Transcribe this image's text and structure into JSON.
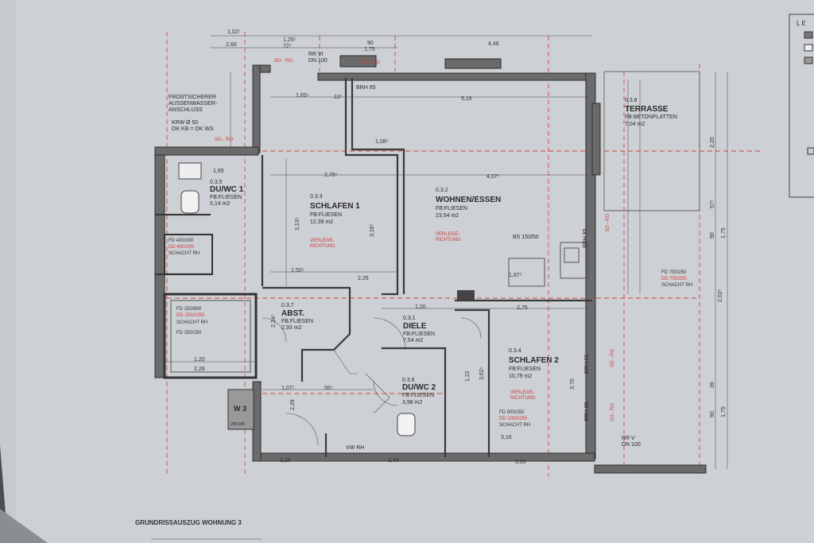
{
  "plan": {
    "caption": "GRUNDRISSAUSZUG WOHNUNG 3",
    "rooms": [
      {
        "number": "0.3.2",
        "name": "WOHNEN/ESSEN",
        "floor": "FB:FLIESEN",
        "area": "23,54 m2"
      },
      {
        "number": "0.3.3",
        "name": "SCHLAFEN 1",
        "floor": "FB:FLIESEN",
        "area": "12,39 m2"
      },
      {
        "number": "0.3.5",
        "name": "DU/WC 1",
        "floor": "FB:FLIESEN",
        "area": "5,14 m2"
      },
      {
        "number": "0.3.7",
        "name": "ABST.",
        "floor": "FB:FLIESEN",
        "area": "2,93 m2"
      },
      {
        "number": "0.3.1",
        "name": "DIELE",
        "floor": "FB:FLIESEN",
        "area": "7,54 m2"
      },
      {
        "number": "0.3.6",
        "name": "DU/WC 2",
        "floor": "FB:FLIESEN",
        "area": "3,98 m2"
      },
      {
        "number": "0.3.4",
        "name": "SCHLAFEN 2",
        "floor": "FB:FLIESEN",
        "area": "10,79 m2"
      },
      {
        "number": "0.3.8",
        "name": "TERRASSE",
        "floor": "FB:BETONPLATTEN",
        "area": "7,04 m2"
      }
    ],
    "labels": {
      "frost_1": "FROSTSICHERER",
      "frost_2": "AUSSENWASSER-",
      "frost_3": "ANSCHLUSS",
      "krw": "KRW  Ø 50",
      "okkb": "OK KB = OK WS",
      "rr_top_1": "RR VI",
      "rr_top_2": "DN 100",
      "brh_top": "BRH 85",
      "shaft1_fd": "FD 400/200",
      "shaft1_dd": "DD 400/200",
      "shaft1_name": "SCHACHT RH",
      "shaft2_fd": "FD 250/800",
      "shaft2_dd": "DD 250/1050",
      "shaft2_name": "SCHACHT RH",
      "shaft2_sub": "FD 250/250",
      "shaft3_fd": "FD 700/250",
      "shaft3_dd": "DD 700/250",
      "shaft3_name": "SCHACHT RH",
      "shaft4_fd": "FD 900/250",
      "shaft4_dd": "DD 1000/250",
      "shaft4_name": "SCHACHT RH",
      "bs": "BS 150/50",
      "w3": "W 3",
      "w3_sub": "290/180",
      "vw_rh": "VW RH",
      "rr_v_1": "RR V",
      "rr_v_2": "DN 100",
      "verlege": "VERLEGE-",
      "richtung": "RICHTUNG",
      "sorq": "SO - RO",
      "brh85": "BRH 85",
      "legend_title": "L E"
    },
    "dims": {
      "top_1": "1,02⁵",
      "top_2": "2,60",
      "top_3": "1,25⁵",
      "top_4": "72⁵",
      "top_5": "90",
      "top_6": "1,75",
      "top_7": "4,46",
      "r1": "1,65⁵",
      "r2": "5,16",
      "r3": "12⁵",
      "r4": "1,08⁵",
      "r5": "2,76⁵",
      "r6": "4,07⁵",
      "r7": "1,85",
      "r8": "1,50⁵",
      "r9": "2,26",
      "r10": "1,20",
      "r11": "2,75",
      "r12": "1,20",
      "r13": "2,28",
      "r14": "1,07⁵",
      "r15": "55⁵",
      "r16": "1,25",
      "r17": "2,43",
      "r18": "3,00",
      "r19": "3,16",
      "r20": "1,87⁵",
      "v1": "2,20",
      "v2": "57⁵",
      "v3": "90",
      "v4": "1,75",
      "v5": "2,02⁵",
      "v6": "39",
      "v7": "1,75",
      "v8": "90",
      "v9": "3,13⁵",
      "v10": "3,18⁵",
      "v11": "3,70",
      "v12": "3,62⁵",
      "v13": "2,34⁵",
      "v14": "1,22",
      "v15": "2,28"
    }
  }
}
